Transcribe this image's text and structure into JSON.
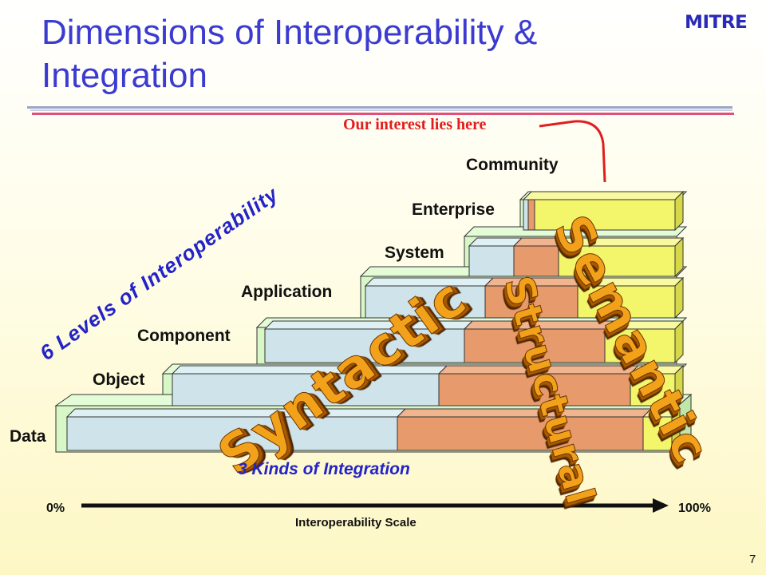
{
  "slide": {
    "title": "Dimensions of Interoperability & Integration",
    "logo": "MITRE",
    "page_number": "7"
  },
  "callout": {
    "text": "Our interest lies here"
  },
  "levels": {
    "heading": "6 Levels of Interoperability",
    "items": [
      "Data",
      "Object",
      "Component",
      "Application",
      "System",
      "Enterprise",
      "Community"
    ]
  },
  "integration": {
    "heading": "3 Kinds of Integration",
    "kinds": [
      "Syntactic",
      "Structural",
      "Semantic"
    ]
  },
  "scale": {
    "label": "Interoperability Scale",
    "min": "0%",
    "max": "100%"
  },
  "colors": {
    "title": "#3b3bd1",
    "syntactic_fill": "#cfe3ea",
    "structural_fill": "#e79a6c",
    "semantic_fill": "#f3f56a",
    "step_green": "#d8f7c6",
    "callout": "#e21d1d"
  }
}
